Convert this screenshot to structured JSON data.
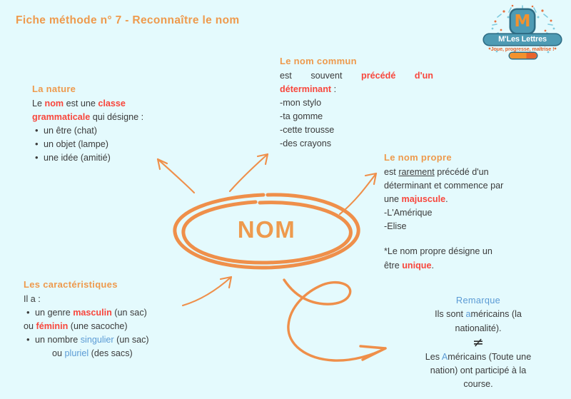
{
  "page": {
    "title": "Fiche méthode n° 7 - Reconnaître le nom",
    "background_color": "#e4fafd",
    "accent_orange": "#ee9a4d",
    "accent_red": "#f8463c",
    "accent_blue": "#5b9bd5"
  },
  "logo": {
    "badge_letter": "M",
    "wordmark": "M'Les Lettres",
    "tagline": "Joue, progresse, maîtrise !"
  },
  "center": {
    "label": "NOM"
  },
  "nature": {
    "heading": "La nature",
    "line1_a": "Le ",
    "line1_b": "nom",
    "line1_c": " est une ",
    "line1_d": "classe",
    "line2_a": "grammaticale",
    "line2_b": " qui désigne :",
    "items": [
      "un être (chat)",
      "un objet (lampe)",
      "une idée (amitié)"
    ]
  },
  "nom_commun": {
    "heading": "Le nom commun",
    "line1_a": "est",
    "line1_b": "souvent",
    "line1_c": "précédé",
    "line1_d": "d'un",
    "line2_a": "déterminant",
    "line2_b": " :",
    "examples": [
      "-mon stylo",
      "-ta gomme",
      "-cette trousse",
      "-des crayons"
    ]
  },
  "nom_propre": {
    "heading": "Le nom propre",
    "line1_a": "est ",
    "line1_b": "rarement",
    "line1_c": " précédé d'un",
    "line2": "déterminant et commence par",
    "line3_a": "une ",
    "line3_b": "majuscule",
    "line3_c": ".",
    "examples": [
      "-L'Amérique",
      "-Elise"
    ],
    "note_a": "*Le nom propre désigne un",
    "note_b": "être ",
    "note_c": "unique",
    "note_d": "."
  },
  "caracteristiques": {
    "heading": "Les caractéristiques",
    "intro": "Il a :",
    "g1_a": "un genre ",
    "g1_b": "masculin",
    "g1_c": " (un sac)",
    "g2_a": "ou ",
    "g2_b": "féminin",
    "g2_c": " (une sacoche)",
    "n1_a": "un nombre ",
    "n1_b": "singulier",
    "n1_c": " (un sac)",
    "n2_a": "ou ",
    "n2_b": "pluriel",
    "n2_c": " (des sacs)"
  },
  "remarque": {
    "heading": "Remarque",
    "l1_a": "Ils sont ",
    "l1_b": "a",
    "l1_c": "méricains (la",
    "l2": "nationalité).",
    "symbol": "≠",
    "l3_a": "Les ",
    "l3_b": "A",
    "l3_c": "méricains (Toute une",
    "l4": "nation) ont participé à la",
    "l5": "course."
  }
}
